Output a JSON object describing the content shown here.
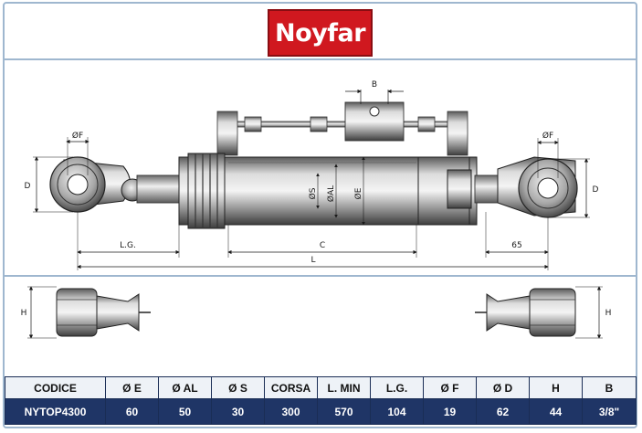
{
  "brand": {
    "logo_text": "Noyfar",
    "logo_color": "#d0181f"
  },
  "dimension_labels": {
    "b": "B",
    "phi_f_left": "ØF",
    "phi_f_right": "ØF",
    "d_left": "D",
    "d_right": "D",
    "phi_s": "ØS",
    "phi_al": "ØAL",
    "phi_e": "ØE",
    "lg": "L.G.",
    "c": "C",
    "sixty_five": "65",
    "l": "L",
    "h_left": "H",
    "h_right": "H"
  },
  "table": {
    "headers": [
      "CODICE",
      "Ø E",
      "Ø AL",
      "Ø S",
      "CORSA",
      "L. MIN",
      "L.G.",
      "Ø F",
      "Ø D",
      "H",
      "B"
    ],
    "rows": [
      [
        "NYTOP4300",
        "60",
        "50",
        "30",
        "300",
        "570",
        "104",
        "19",
        "62",
        "44",
        "3/8\""
      ]
    ]
  },
  "colors": {
    "table_header_bg": "#eef2f7",
    "table_row_bg": "#1f3566",
    "frame": "#9fb7cf"
  }
}
